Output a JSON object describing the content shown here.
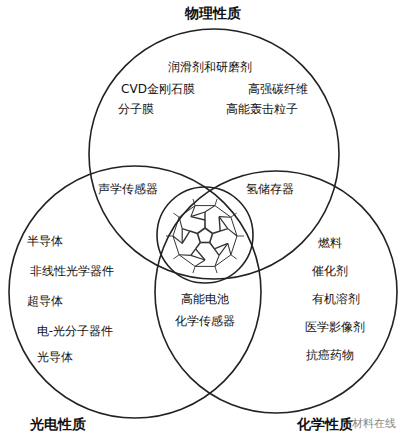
{
  "diagram": {
    "nodes": [
      {
        "text": [
          "物理性质"
        ]
      },
      {
        "text": [
          "光电性质"
        ]
      },
      {
        "text": [
          "化学性质"
        ]
      }
    ],
    "labels": [
      "润滑剂和研磨剂",
      "CVD金刚石膜",
      "高强碳纤维",
      "分子膜",
      "高能轰击粒子",
      "声学传感器",
      "氢储存器",
      "半导体",
      "非线性光学器件",
      "超导体",
      "电-光分子器件",
      "光导体",
      "燃料",
      "催化剂",
      "有机溶剂",
      "医学影像剂",
      "抗癌药物",
      "高能电池",
      "化学传感器",
      "材料在线"
    ]
  }
}
